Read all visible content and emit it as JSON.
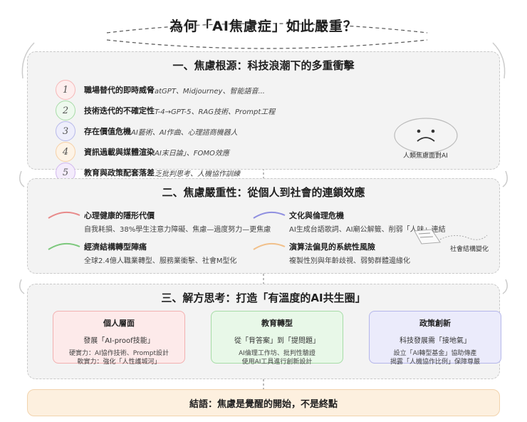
{
  "title": "為何「AI焦慮症」如此嚴重？",
  "section1": {
    "title": "一、焦慮根源：科技浪潮下的多重衝擊",
    "items": [
      {
        "num": "1",
        "label": "職場替代的即時威脅",
        "detail": "atGPT、Midjourney、智能語音...",
        "color": "#f6b7b7",
        "fill": "#fdeeee"
      },
      {
        "num": "2",
        "label": "技術迭代的不確定性",
        "detail": "T-4→GPT-5、RAG技術、Prompt工程",
        "color": "#a8dca8",
        "fill": "#eef9ee"
      },
      {
        "num": "3",
        "label": "存在價值危機",
        "detail": "AI藝術、AI作曲、心理諮商機器人",
        "color": "#b7b9ea",
        "fill": "#eeeefb"
      },
      {
        "num": "4",
        "label": "資訊過載與媒體渲染",
        "detail": "AI末日論」、FOMO效應",
        "color": "#f6d0a6",
        "fill": "#fdf3e6"
      },
      {
        "num": "5",
        "label": "教育與政策配套落差",
        "detail": "乏批判思考、人機協作訓練",
        "color": "#d2b8ee",
        "fill": "#f4ecfc"
      }
    ],
    "face_caption": "人類焦慮面對AI"
  },
  "section2": {
    "title": "二、焦慮嚴重性：從個人到社會的連鎖效應",
    "impacts": [
      {
        "title": "心理健康的隱形代價",
        "detail": "自我耗損、38%學生注意力障礙、焦慮—過度努力—更焦慮",
        "color": "#e88a8a"
      },
      {
        "title": "文化與倫理危機",
        "detail": "AI生成台語歌詞、AI廟公解籤、削弱「人味」連結",
        "color": "#8f8fe0"
      },
      {
        "title": "經濟結構轉型陣痛",
        "detail": "全球2.4億人職業轉型、服務業衝擊、社會M型化",
        "color": "#7cc87c"
      },
      {
        "title": "演算法偏見的系統性風險",
        "detail": "複製性別與年齡歧視、弱勢群體邊緣化",
        "color": "#f1c08a"
      }
    ],
    "social_caption": "社會結構變化"
  },
  "section3": {
    "title": "三、解方思考：打造「有溫度的AI共生圈」",
    "cards": [
      {
        "title": "個人層面",
        "subtitle": "發展「AI-proof技能」",
        "line1": "硬實力：AI協作技術、Prompt設計",
        "line2": "軟實力：強化「人性護城河」",
        "bg": "#fdeaea",
        "border": "#f2b0b0"
      },
      {
        "title": "教育轉型",
        "subtitle": "從「背答案」到「提問題」",
        "line1": "AI倫理工作坊、批判性驗證",
        "line2": "使用AI工具進行創新設計",
        "bg": "#e8f8e8",
        "border": "#a6dca6"
      },
      {
        "title": "政策創新",
        "subtitle": "科技發展需「接地氣」",
        "line1": "設立「AI轉型基金」協助傳產",
        "line2": "揭露「人機協作比例」保障尊嚴",
        "bg": "#ebebfb",
        "border": "#b4b6ea"
      }
    ]
  },
  "conclusion": "結語：焦慮是覺醒的開始，不是終點"
}
